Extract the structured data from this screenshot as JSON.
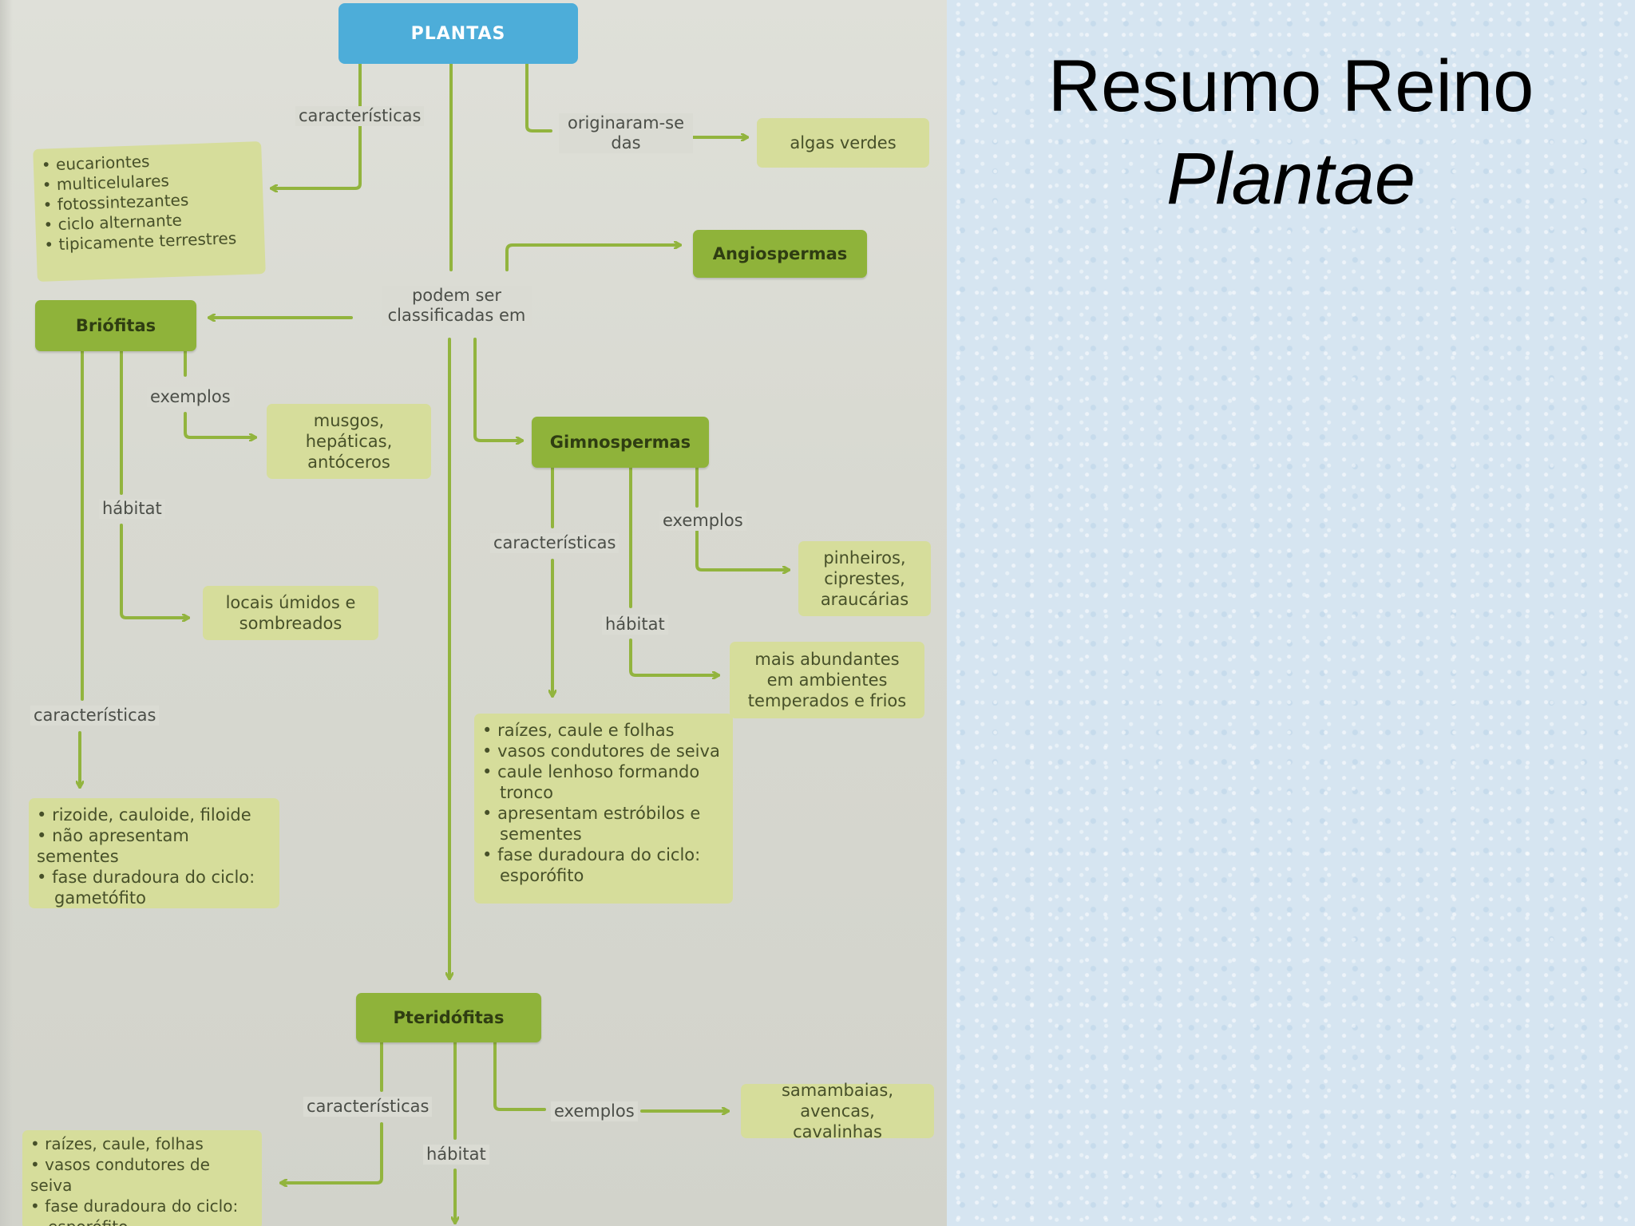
{
  "slide": {
    "title_line1": "Resumo Reino",
    "title_line2": "Plantae"
  },
  "diagram": {
    "root": "PLANTAS",
    "labels": {
      "caracteristicas": "características",
      "originaram": "originaram-se das",
      "classificadas": "podem ser classificadas em",
      "exemplos": "exemplos",
      "habitat": "hábitat"
    },
    "plantas_caracteristicas": [
      "eucariontes",
      "multicelulares",
      "fotossintezantes",
      "ciclo alternante",
      "tipicamente terrestres"
    ],
    "algas": "algas verdes",
    "angiospermas": "Angiospermas",
    "briofitas": {
      "title": "Briófitas",
      "exemplos": "musgos, hepáticas, antóceros",
      "habitat": "locais úmidos e sombreados",
      "caracteristicas": [
        "rizoide, cauloide, filoide",
        "não apresentam sementes",
        "fase duradoura do ciclo:",
        "gametófito"
      ]
    },
    "gimnospermas": {
      "title": "Gimnospermas",
      "exemplos": "pinheiros, ciprestes, araucárias",
      "habitat": "mais abundantes em ambientes temperados e frios",
      "caracteristicas": [
        "raízes, caule e folhas",
        "vasos condutores de seiva",
        "caule lenhoso formando",
        "tronco",
        "apresentam estróbilos e",
        "sementes",
        "fase duradoura do ciclo:",
        "esporófito"
      ]
    },
    "pteridofitas": {
      "title": "Pteridófitas",
      "exemplos": "samambaias, avencas, cavalinhas",
      "caracteristicas": [
        "raízes, caule, folhas",
        "vasos condutores de seiva",
        "fase duradoura do ciclo:",
        "esporófito"
      ]
    }
  }
}
